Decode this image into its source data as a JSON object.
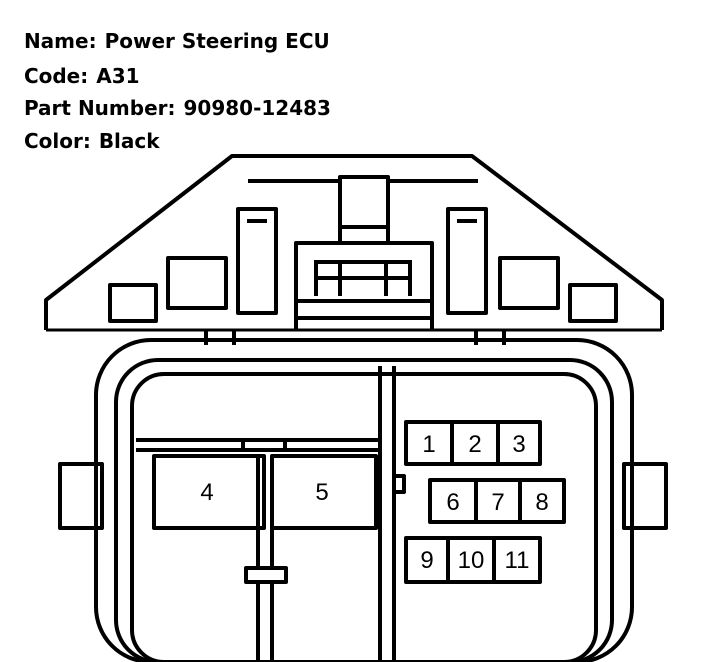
{
  "info": {
    "name_label": "Name:",
    "name_value": "Power Steering ECU",
    "code_label": "Code:",
    "code_value": "A31",
    "part_label": "Part Number:",
    "part_value": "90980-12483",
    "color_label": "Color:",
    "color_value": "Black"
  },
  "pins": {
    "p1": "1",
    "p2": "2",
    "p3": "3",
    "p4": "4",
    "p5": "5",
    "p6": "6",
    "p7": "7",
    "p8": "8",
    "p9": "9",
    "p10": "10",
    "p11": "11"
  }
}
